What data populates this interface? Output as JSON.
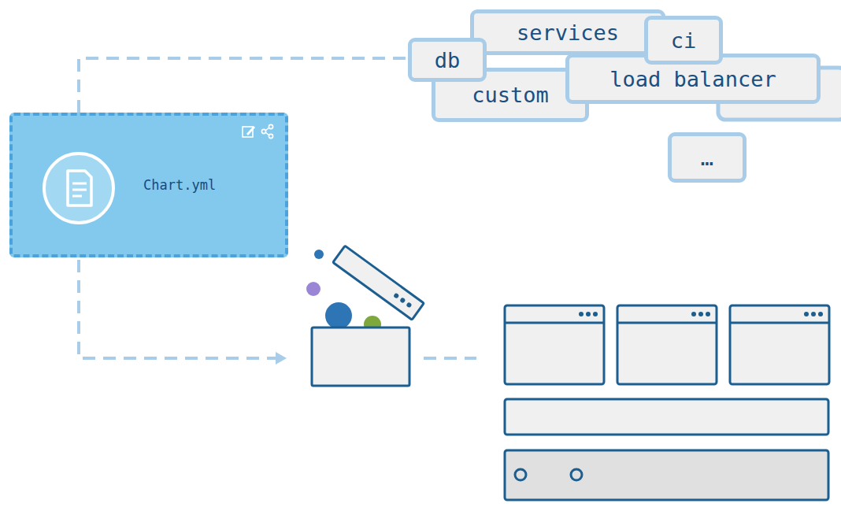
{
  "diagram": {
    "nodes": [
      {
        "text": [
          "services"
        ]
      },
      {
        "text": [
          "ci"
        ]
      },
      {
        "text": [
          "db"
        ]
      },
      {
        "text": [
          "custom"
        ]
      },
      {
        "text": [
          "load balancer"
        ]
      },
      {
        "text": [
          "…"
        ]
      },
      {
        "text": [
          "Chart.yml"
        ]
      }
    ],
    "edges": [
      {
        "from": 6,
        "to": 2,
        "arrow": "none"
      }
    ]
  }
}
